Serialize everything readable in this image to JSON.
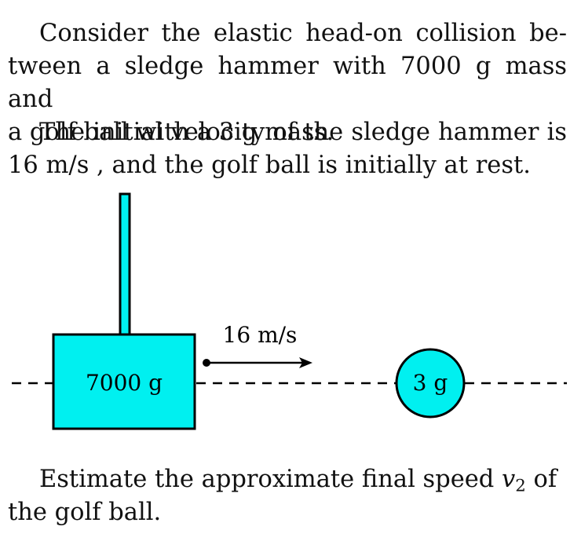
{
  "problem": {
    "para1": {
      "line1": "Consider the elastic head-on collision be-",
      "line2": "tween a sledge hammer with 7000 g mass and",
      "line3": "a golf ball with a 3 g mass."
    },
    "para2": {
      "line1": "The initial velocity of the sledge hammer is",
      "line2": "16 m/s , and the golf ball is initially at rest."
    },
    "para3": {
      "line1_before": "Estimate the approximate final speed ",
      "var": "v",
      "var_sub": "2",
      "line1_after": " of",
      "line2": "the golf ball."
    }
  },
  "diagram": {
    "hammer_label": "7000 g",
    "velocity_label": "16 m/s",
    "ball_label": "3 g",
    "colors": {
      "fill": "#00f0f0",
      "stroke": "#000000"
    }
  }
}
